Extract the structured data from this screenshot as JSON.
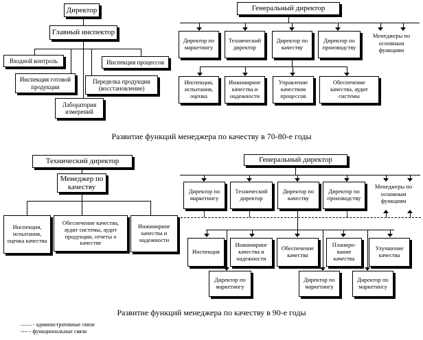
{
  "top_left": {
    "director": "Директор",
    "chief_inspector": "Главный инспектор",
    "incoming_control": "Входной контроль",
    "process_inspection": "Инспекция процессов",
    "finished_goods_inspection": "Инспекция готовой продукции",
    "product_rework": "Переделка продукции (восстановление)",
    "measurement_lab": "Лаборатория измерений"
  },
  "top_right": {
    "general_director": "Генеральный директор",
    "marketing_director": "Директор по маркетингу",
    "technical_director": "Технический директор",
    "quality_director": "Директор по качеству",
    "production_director": "Директор по производству",
    "function_managers": "Менеджеры по основным функциям",
    "inspection_testing": "Инспекция, испытания, оценка",
    "quality_engineering": "Инжиниринг качества и надежности",
    "process_quality_management": "Управление качеством процессов",
    "quality_assurance_audit": "Обеспечение качества, аудит системы"
  },
  "caption_70_80": "Развитие функций менеджера по качеству в 70-80-е годы",
  "bottom_left": {
    "technical_director": "Технический директор",
    "quality_manager": "Менеджер по качеству",
    "inspection_testing": "Инспекция, испытания, оценка качества",
    "assurance_audits_reports": "Обеспечение качества, аудит системы, аудит продукции, отчеты о качестве",
    "quality_engineering": "Инжиниринг качества и надежности"
  },
  "bottom_right": {
    "general_director": "Генеральный директор",
    "marketing_director": "Директор по маркетингу",
    "technical_director": "Технический директор",
    "quality_director": "Директор по качеству",
    "production_director": "Директор по производству",
    "function_managers": "Менеджеры по основным функциям",
    "inspection": "Инспекция",
    "quality_engineering": "Инжиниринг качества и надежности",
    "quality_assurance": "Обеспечение качества",
    "quality_planning": "Планиро-вание качества",
    "quality_improvement": "Улучшение качества",
    "marketing_director_2": "Директор по маркетингу",
    "marketing_director_3": "Директор по маркетингу",
    "marketing_director_4": "Директор по маркетингу"
  },
  "caption_90": "Развитие функций менеджера по качеству в 90-е годы",
  "legend": {
    "administrative_symbol": "——",
    "administrative_label": " - административные связи",
    "functional_symbol": "----",
    "functional_label": " - функциональные связи"
  },
  "colors": {
    "background": "#ffffff",
    "box_fill": "#ffffff",
    "box_border": "#000000",
    "box_shadow": "#000000",
    "text": "#000000",
    "line": "#000000"
  }
}
